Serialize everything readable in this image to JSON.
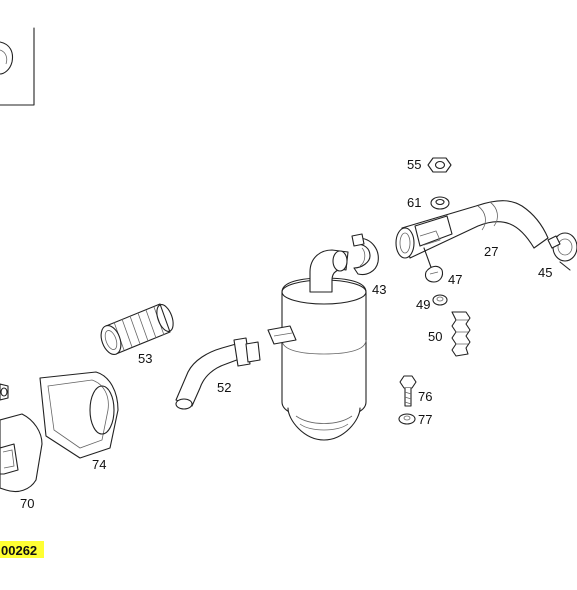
{
  "diagram": {
    "reference_code": "00262",
    "parts": [
      {
        "id": "p27",
        "label": "27"
      },
      {
        "id": "p43",
        "label": "43"
      },
      {
        "id": "p45",
        "label": "45"
      },
      {
        "id": "p47",
        "label": "47"
      },
      {
        "id": "p49",
        "label": "49"
      },
      {
        "id": "p50",
        "label": "50"
      },
      {
        "id": "p52",
        "label": "52"
      },
      {
        "id": "p53",
        "label": "53"
      },
      {
        "id": "p55",
        "label": "55"
      },
      {
        "id": "p61",
        "label": "61"
      },
      {
        "id": "p70",
        "label": "70"
      },
      {
        "id": "p74",
        "label": "74"
      },
      {
        "id": "p76",
        "label": "76"
      },
      {
        "id": "p77",
        "label": "77"
      }
    ]
  }
}
